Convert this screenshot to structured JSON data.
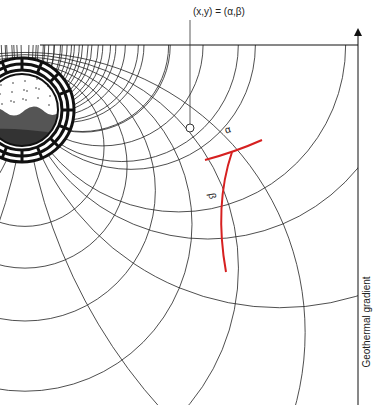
{
  "diagram": {
    "labels": [
      "(x,y) = (α,β)",
      "α",
      "β",
      "Geothermal gradient"
    ]
  }
}
